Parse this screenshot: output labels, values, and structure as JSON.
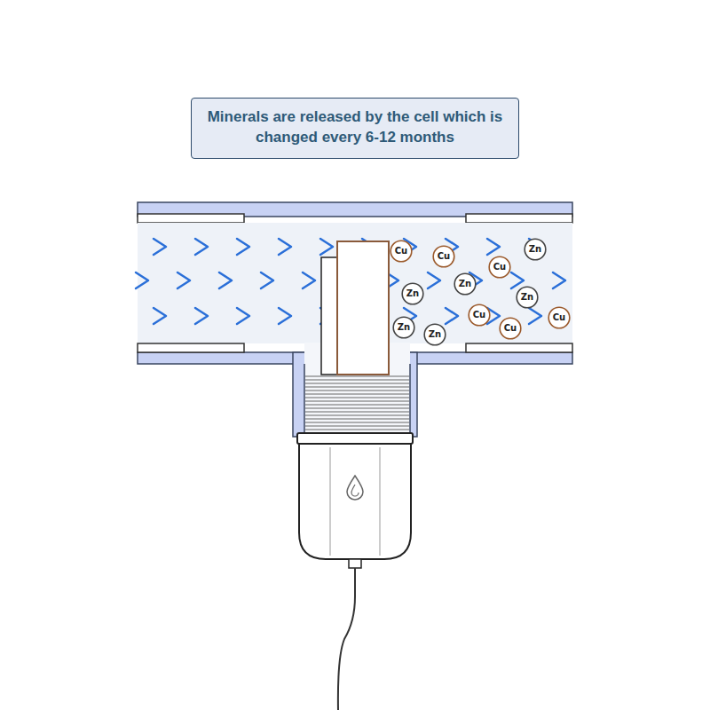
{
  "diagram": {
    "nodes": [
      {
        "text": [
          "Minerals are released by the cell which is changed every 6-12 months"
        ]
      },
      {
        "text": [
          "Cu"
        ]
      },
      {
        "text": [
          "Zn"
        ]
      },
      {
        "text": [
          "Cu"
        ]
      },
      {
        "text": [
          "Cu"
        ]
      },
      {
        "text": [
          "Zn"
        ]
      },
      {
        "text": [
          "Zn"
        ]
      },
      {
        "text": [
          "Zn"
        ]
      },
      {
        "text": [
          "Cu"
        ]
      },
      {
        "text": [
          "Cu"
        ]
      },
      {
        "text": [
          "Cu"
        ]
      },
      {
        "text": [
          "Zn"
        ]
      },
      {
        "text": [
          "Zn"
        ]
      }
    ]
  }
}
